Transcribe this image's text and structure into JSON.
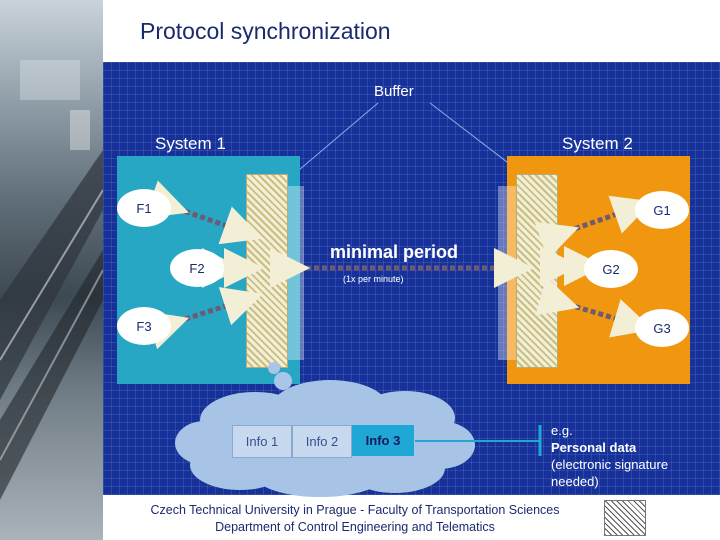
{
  "slide": {
    "title": "Protocol synchronization",
    "buffer_label": "Buffer",
    "system1_label": "System 1",
    "system2_label": "System 2",
    "minimal_period_label": "minimal period",
    "minimal_period_note": "(1x per minute)"
  },
  "system1": {
    "items": [
      "F1",
      "F2",
      "F3"
    ]
  },
  "system2": {
    "items": [
      "G1",
      "G2",
      "G3"
    ]
  },
  "info_boxes": [
    "Info 1",
    "Info 2",
    "Info 3"
  ],
  "note": {
    "line1": "e.g.",
    "line2": "Personal data",
    "line3": "(electronic signature",
    "line4": "needed)"
  },
  "footer": {
    "line1": "Czech Technical University in Prague - Faculty of Transportation Sciences",
    "line2": "Department of Control Engineering and Telematics"
  },
  "colors": {
    "panel": "#16329a",
    "system1": "#27a7c3",
    "system2": "#f0960f",
    "info3": "#1fa7d6",
    "title": "#1a2a6e"
  }
}
